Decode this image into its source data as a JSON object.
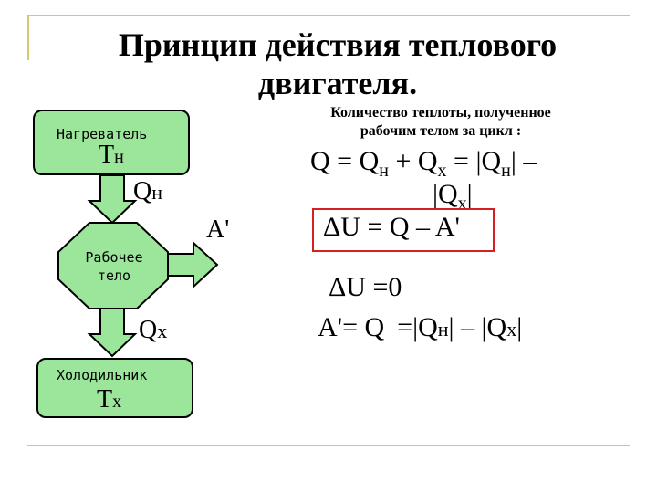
{
  "title": {
    "line1": "Принцип действия теплового",
    "line2": "двигателя."
  },
  "heater": {
    "label": "Нагреватель",
    "temp_symbol": "T",
    "temp_subscript": "н"
  },
  "working_body": {
    "label_line1": "Рабочее",
    "label_line2": "тело"
  },
  "cooler": {
    "label": "Холодильник",
    "temp_symbol": "T",
    "temp_subscript": "х"
  },
  "flows": {
    "heat_in_symbol": "Q",
    "heat_in_subscript": "н",
    "heat_out_symbol": "Q",
    "heat_out_subscript": "х",
    "work_label": "A'"
  },
  "caption": {
    "line1": "Количество теплоты, полученное",
    "line2": "рабочим телом за цикл :"
  },
  "formulas": {
    "q_line1_main": "Q = Q",
    "q_line1_sub1": "н",
    "q_line1_plus": " + Q",
    "q_line1_sub2": "х",
    "q_line1_eq": " = |Q",
    "q_line1_sub3": "н",
    "q_line1_tail": "| –",
    "q_line2_main": "|Q",
    "q_line2_sub": "х",
    "q_line2_tail": "|",
    "first_law": "ΔU = Q – A'",
    "du_zero": "ΔU =0",
    "work_lhs": "A'= Q",
    "work_rhs_a": "=|Q",
    "work_rhs_a_sub": "н",
    "work_rhs_b": "| – |Q",
    "work_rhs_b_sub": "х",
    "work_rhs_c": "|"
  },
  "colors": {
    "box_fill": "#9be69b",
    "frame": "#d6c86a",
    "highlight": "#d42020"
  }
}
